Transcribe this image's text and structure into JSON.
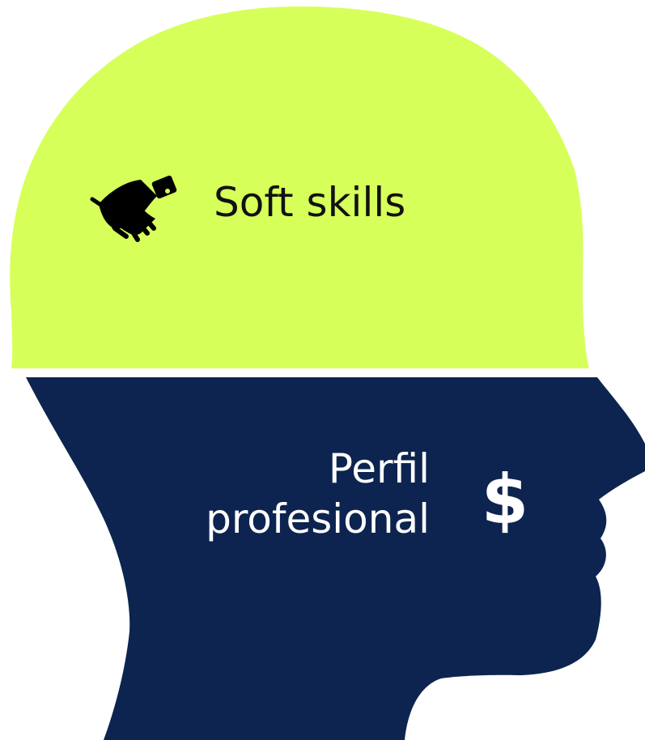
{
  "diagram": {
    "top_section": {
      "label": "Soft skills",
      "icon": "handshake-icon",
      "color": "#d7ff5a",
      "text_color": "#111111"
    },
    "bottom_section": {
      "label_line1": "Perfil",
      "label_line2": "profesional",
      "icon": "dollar-icon",
      "icon_glyph": "$",
      "color": "#0c244f",
      "text_color": "#ffffff"
    }
  }
}
